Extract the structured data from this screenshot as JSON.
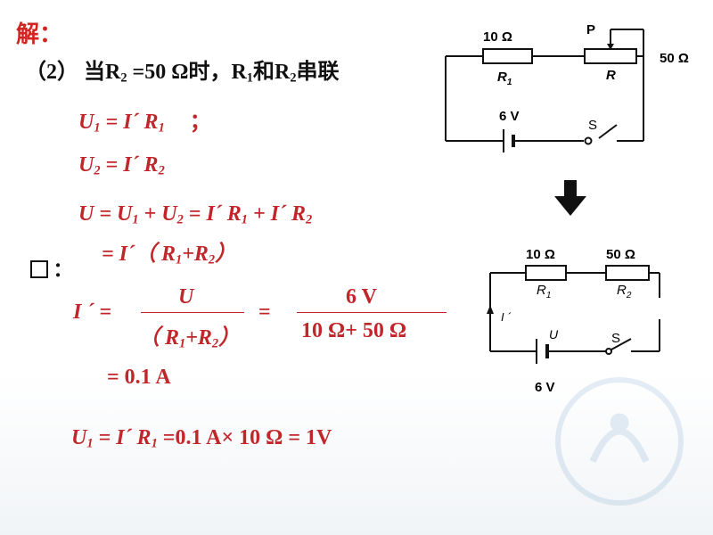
{
  "heading": "解：",
  "part": {
    "label": "（2）",
    "when": "当R",
    "sub2": "2",
    "eq": " =50 Ω时，R",
    "sub1": "1",
    "and": "和R",
    "sub2b": "2",
    "series": "串联"
  },
  "eq1": {
    "lhs": "U",
    "lhs_sub": "1",
    "rhs": " = I´ R",
    "rhs_sub": "1",
    "tail": "；"
  },
  "eq2": {
    "lhs": "U",
    "lhs_sub": "2",
    "rhs": " = I´ R",
    "rhs_sub": "2"
  },
  "eq3": {
    "a": "U  =  U",
    "a_sub": "1",
    "b": " +  U",
    "b_sub": "2",
    "c": "  =  I´ R",
    "c_sub": "1",
    "d": " +  I´ R",
    "d_sub": "2"
  },
  "eq4": {
    "a": "=  I´（ R",
    "a_sub": "1",
    "b": "+R",
    "b_sub": "2",
    "c": "）"
  },
  "therefore": "：",
  "frac": {
    "lhs": "I ´ =",
    "num1": "U",
    "den1_a": "（ R",
    "den1_sub1": "1",
    "den1_b": "+R",
    "den1_sub2": "2",
    "den1_c": "）",
    "equals": "=",
    "num2": "6 V",
    "den2": "10 Ω+ 50 Ω"
  },
  "result": "= 0.1 A",
  "final": {
    "a": "U",
    "a_sub": "1",
    "b": " = I´ R",
    "b_sub": "1",
    "c": " =0.1 A× 10 Ω = 1V"
  },
  "circuit1": {
    "r1_value": "10 Ω",
    "r1_label": "R",
    "r1_sub": "1",
    "p_label": "P",
    "r_label": "R",
    "r_value": "50 Ω",
    "source": "6 V",
    "switch": "S"
  },
  "circuit2": {
    "r1_value": "10 Ω",
    "r2_value": "50 Ω",
    "r1_label": "R",
    "r1_sub": "1",
    "r2_label": "R",
    "r2_sub": "2",
    "current": "I ´",
    "u_label": "U",
    "switch": "S",
    "source": "6 V"
  }
}
